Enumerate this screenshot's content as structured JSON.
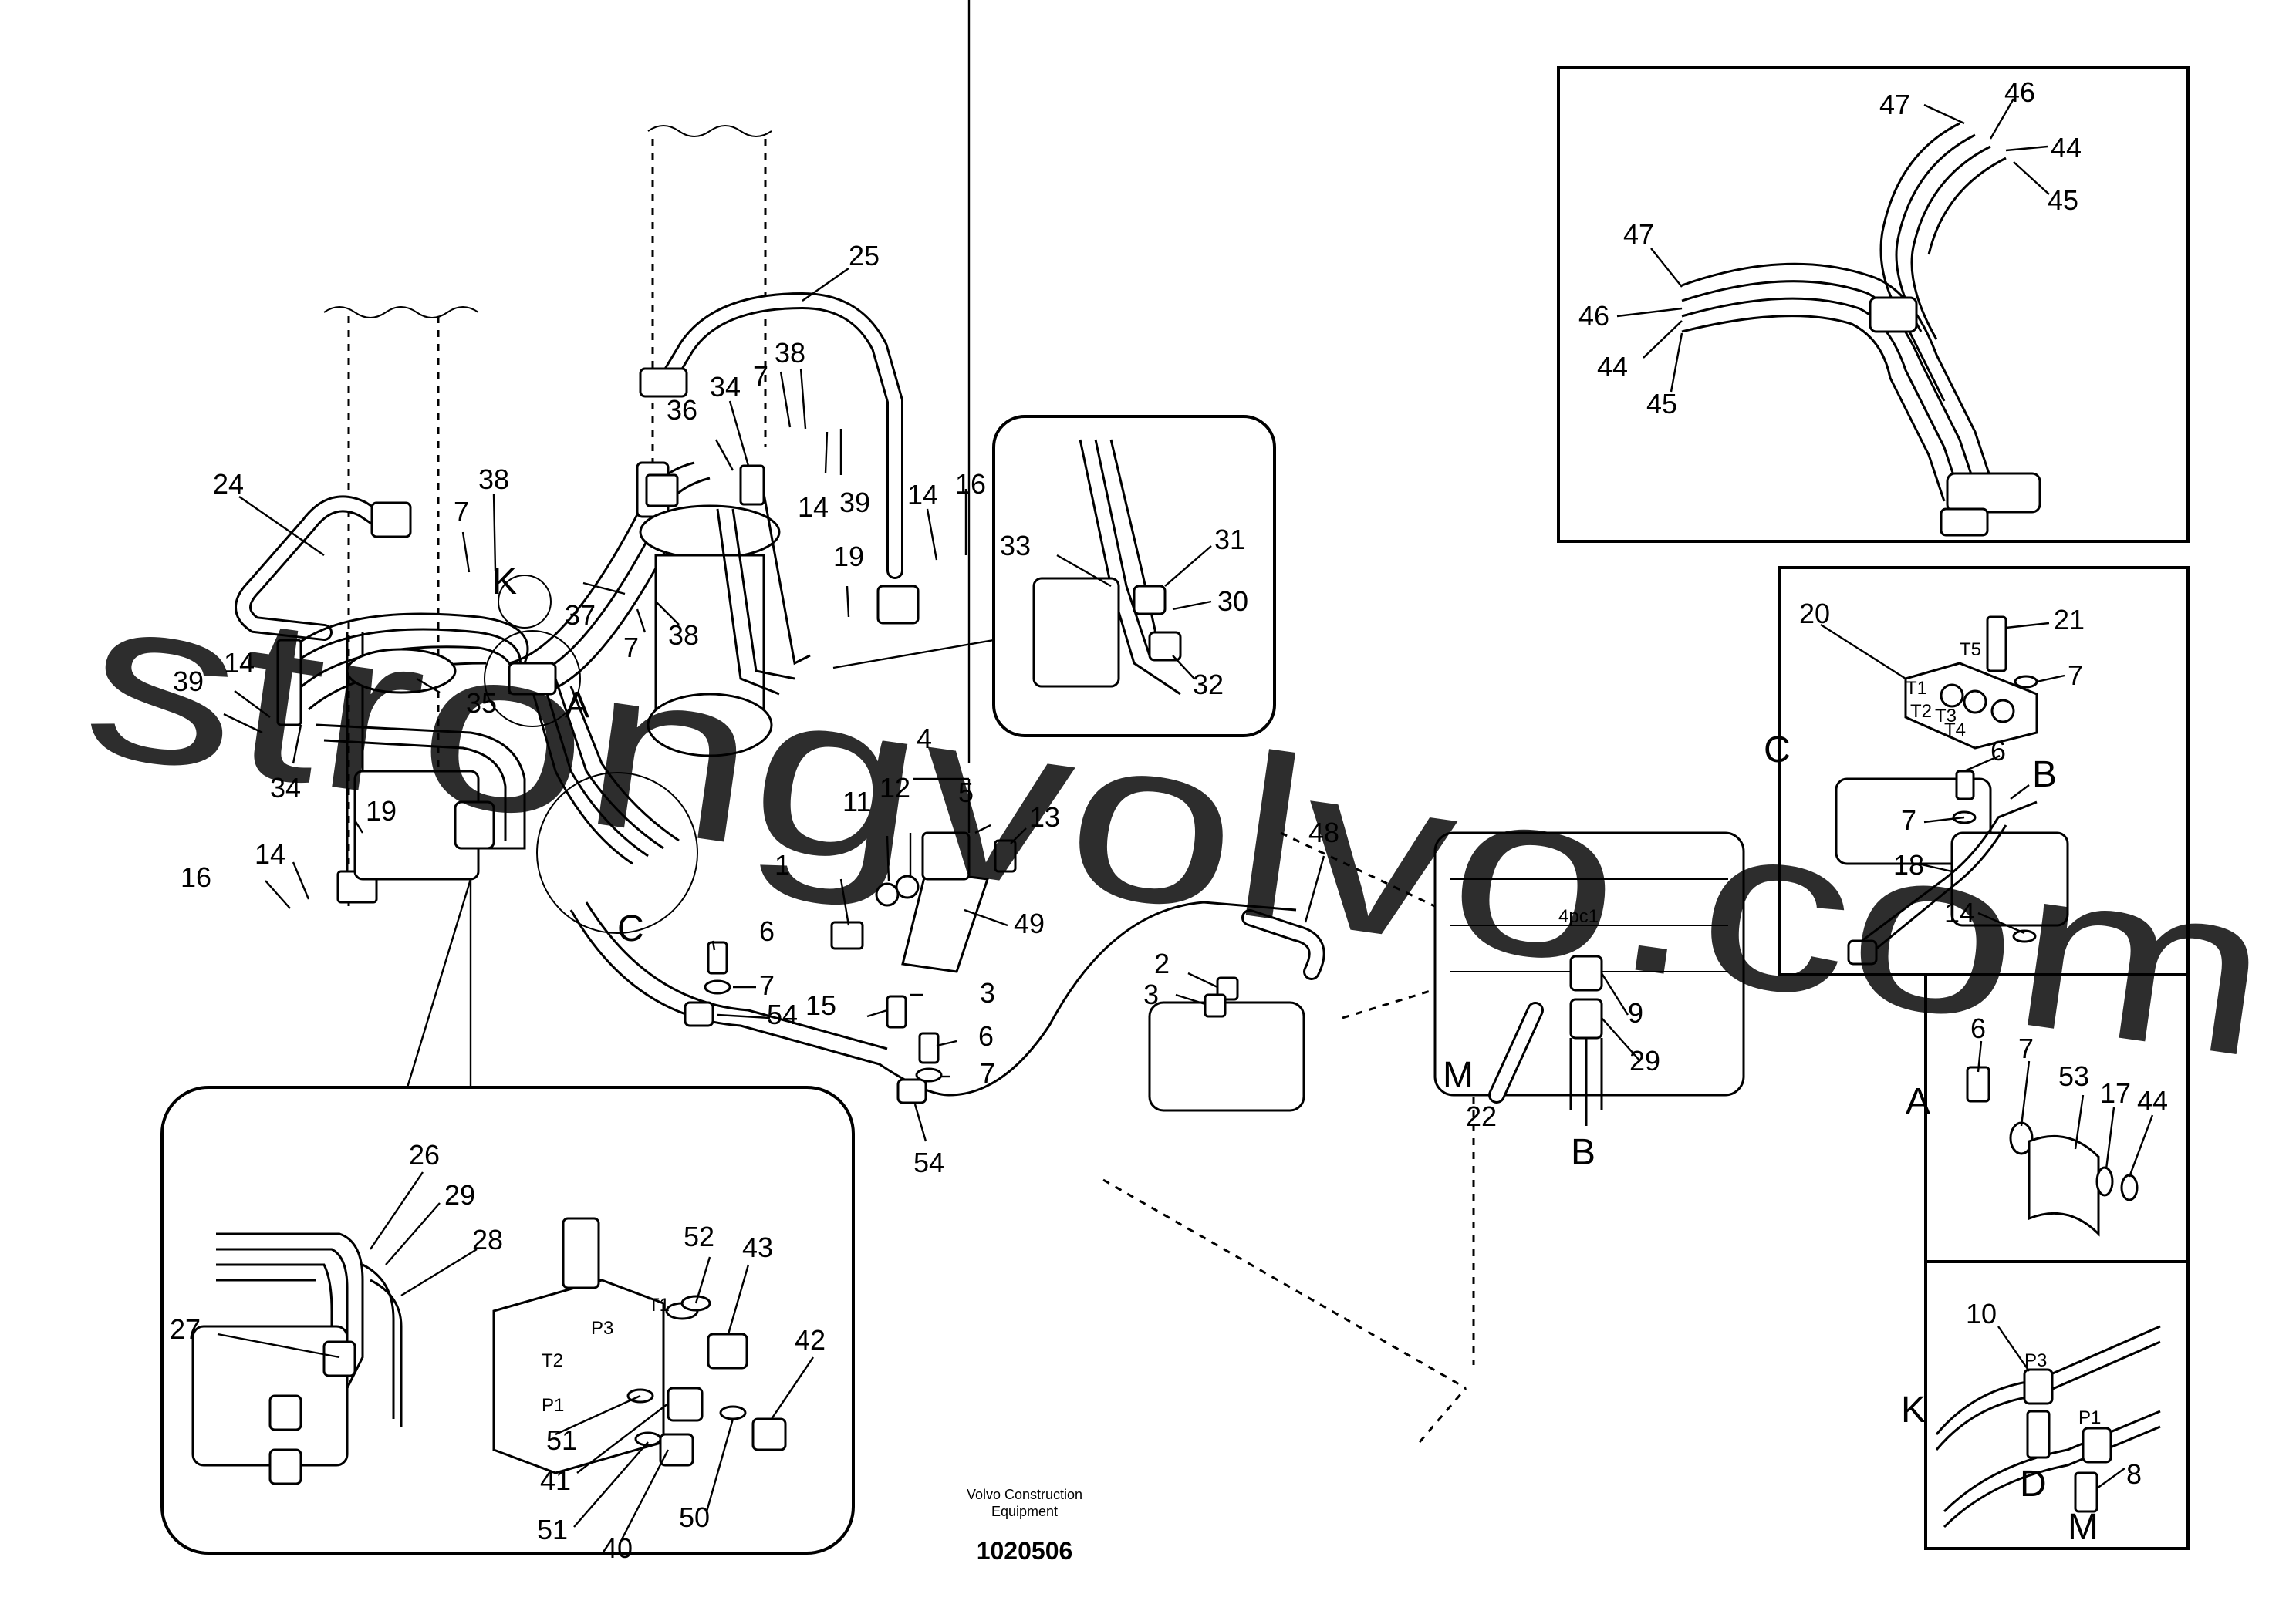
{
  "callouts": {
    "c1": "1",
    "c2": "2",
    "c3a": "3",
    "c3b": "3",
    "c4": "4",
    "c5": "5",
    "c6a": "6",
    "c6b": "6",
    "c7a": "7",
    "c7b": "7",
    "c7c": "7",
    "c7d": "7",
    "c7e": "7",
    "c8": "8",
    "c9": "9",
    "c11": "11",
    "c12": "12",
    "c13": "13",
    "c14a": "14",
    "c14b": "14",
    "c14c": "14",
    "c15": "15",
    "c16a": "16",
    "c16b": "16",
    "c19a": "19",
    "c19b": "19",
    "c22": "22",
    "c24": "24",
    "c25": "25",
    "c29a": "29",
    "c34a": "34",
    "c34b": "34",
    "c35": "35",
    "c36": "36",
    "c37": "37",
    "c38a": "38",
    "c38b": "38",
    "c38c": "38",
    "c39a": "39",
    "c39b": "39",
    "c48": "48",
    "c49": "49",
    "c54a": "54",
    "c54b": "54",
    "pc1": "4pc1"
  },
  "view_letters": {
    "K": "K",
    "A": "A",
    "C": "C",
    "M": "M",
    "B": "B"
  },
  "panel_arm": {
    "c30": "30",
    "c31": "31",
    "c32": "32",
    "c33": "33"
  },
  "panel_manifold": {
    "c26": "26",
    "c27": "27",
    "c28": "28",
    "c29": "29",
    "c40": "40",
    "c41": "41",
    "c42": "42",
    "c43": "43",
    "c50": "50",
    "c51a": "51",
    "c51b": "51",
    "c52": "52",
    "ports": {
      "t1": "T1",
      "t2": "T2",
      "p3": "P3",
      "p1": "P1"
    }
  },
  "panel_hoses": {
    "c44a": "44",
    "c44b": "44",
    "c45a": "45",
    "c45b": "45",
    "c46a": "46",
    "c46b": "46",
    "c47a": "47",
    "c47b": "47"
  },
  "panel_c": {
    "label": "C",
    "arrow_to": "B",
    "c6": "6",
    "c7a": "7",
    "c7b": "7",
    "c14": "14",
    "c18": "18",
    "c20": "20",
    "c21": "21",
    "ports": {
      "t1": "T1",
      "t2": "T2",
      "t3": "T3",
      "t4": "T4",
      "t5": "T5"
    }
  },
  "panel_a": {
    "label": "A",
    "c6": "6",
    "c7": "7",
    "c17": "17",
    "c44": "44",
    "c53": "53"
  },
  "panel_k": {
    "label": "K",
    "c8": "8",
    "c10": "10",
    "d": "D",
    "m": "M",
    "ports": {
      "p3": "P3",
      "p1": "P1"
    }
  },
  "credit": {
    "line1": "Volvo Construction",
    "line2": "Equipment"
  },
  "doc_number": "1020506",
  "watermark": "strongvolvo.com"
}
